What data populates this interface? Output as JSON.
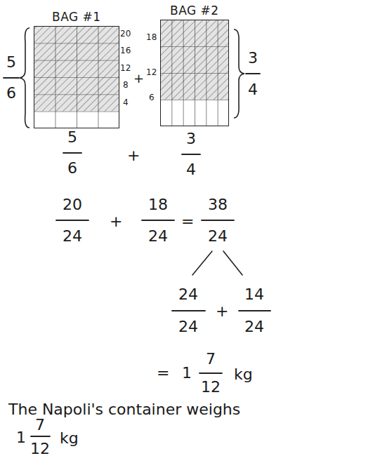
{
  "diagram": {
    "nodes": [
      {
        "text": [
          "BAG #1"
        ]
      },
      {
        "text": [
          "BAG #2"
        ]
      }
    ],
    "labels": [
      "5",
      "6",
      "20",
      "16",
      "12",
      "8",
      "4",
      "+",
      "18",
      "12",
      "6",
      "3",
      "4",
      "5",
      "6",
      "+",
      "3",
      "4",
      "20",
      "24",
      "+",
      "18",
      "24",
      "=",
      "38",
      "24",
      "24",
      "24",
      "+",
      "14",
      "24",
      "=",
      "1",
      "7",
      "12",
      "kg",
      "The Napoli's container weighs",
      "1",
      "7",
      "12",
      "kg"
    ]
  }
}
